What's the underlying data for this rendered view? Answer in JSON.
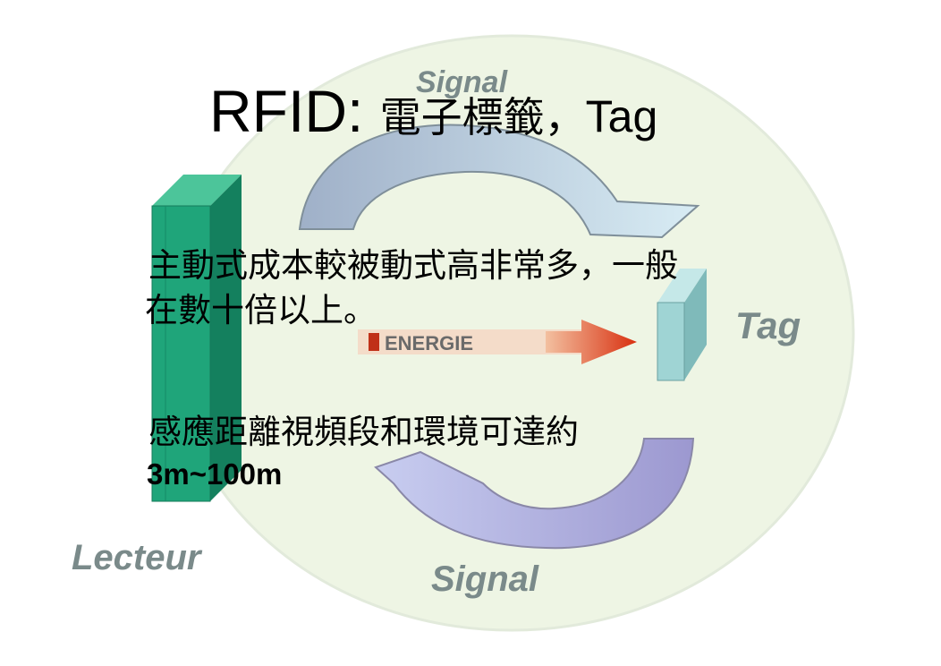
{
  "slide": {
    "title_prefix": "RFID:",
    "title_chinese": "電子標籤，",
    "title_suffix": "Tag",
    "lines": [
      "主動式成本較被動式高非常多，一般",
      "在數十倍以上。",
      "感應距離視頻段和環境可達約",
      "3m~100m"
    ]
  },
  "diagram": {
    "signal_top": "Signal",
    "signal_bottom": "Signal",
    "tag_label": "Tag",
    "energy_label": "ENERGIE",
    "reader_label": "Lecteur",
    "colors": {
      "background": "#eef5e4",
      "reader": "#1fa57a",
      "tag": "#9fd4d4",
      "energy_arrow": "#d93a1a"
    }
  }
}
